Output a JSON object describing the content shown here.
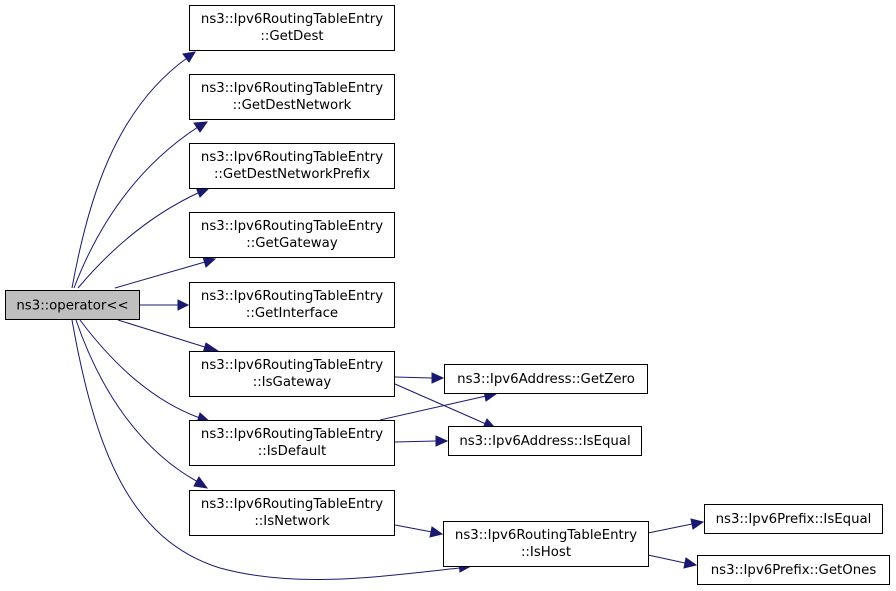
{
  "nodes": {
    "root": {
      "label": "ns3::operator<<"
    },
    "get_dest": {
      "line1": "ns3::Ipv6RoutingTableEntry",
      "line2": "::GetDest"
    },
    "get_dest_network": {
      "line1": "ns3::Ipv6RoutingTableEntry",
      "line2": "::GetDestNetwork"
    },
    "get_dest_network_prefix": {
      "line1": "ns3::Ipv6RoutingTableEntry",
      "line2": "::GetDestNetworkPrefix"
    },
    "get_gateway": {
      "line1": "ns3::Ipv6RoutingTableEntry",
      "line2": "::GetGateway"
    },
    "get_interface": {
      "line1": "ns3::Ipv6RoutingTableEntry",
      "line2": "::GetInterface"
    },
    "is_gateway": {
      "line1": "ns3::Ipv6RoutingTableEntry",
      "line2": "::IsGateway"
    },
    "is_default": {
      "line1": "ns3::Ipv6RoutingTableEntry",
      "line2": "::IsDefault"
    },
    "is_network": {
      "line1": "ns3::Ipv6RoutingTableEntry",
      "line2": "::IsNetwork"
    },
    "is_host": {
      "line1": "ns3::Ipv6RoutingTableEntry",
      "line2": "::IsHost"
    },
    "addr_get_zero": {
      "label": "ns3::Ipv6Address::GetZero"
    },
    "addr_is_equal": {
      "label": "ns3::Ipv6Address::IsEqual"
    },
    "prefix_is_equal": {
      "label": "ns3::Ipv6Prefix::IsEqual"
    },
    "prefix_get_ones": {
      "label": "ns3::Ipv6Prefix::GetOnes"
    }
  },
  "edges": [
    [
      "root",
      "get_dest"
    ],
    [
      "root",
      "get_dest_network"
    ],
    [
      "root",
      "get_dest_network_prefix"
    ],
    [
      "root",
      "get_gateway"
    ],
    [
      "root",
      "get_interface"
    ],
    [
      "root",
      "is_gateway"
    ],
    [
      "root",
      "is_default"
    ],
    [
      "root",
      "is_network"
    ],
    [
      "root",
      "is_host"
    ],
    [
      "is_gateway",
      "addr_get_zero"
    ],
    [
      "is_gateway",
      "addr_is_equal"
    ],
    [
      "is_default",
      "addr_get_zero"
    ],
    [
      "is_default",
      "addr_is_equal"
    ],
    [
      "is_network",
      "is_host"
    ],
    [
      "is_host",
      "prefix_is_equal"
    ],
    [
      "is_host",
      "prefix_get_ones"
    ]
  ],
  "colors": {
    "edge": "#191970",
    "root_fill": "#bfbfbf",
    "node_fill": "#ffffff",
    "border": "#000000"
  }
}
